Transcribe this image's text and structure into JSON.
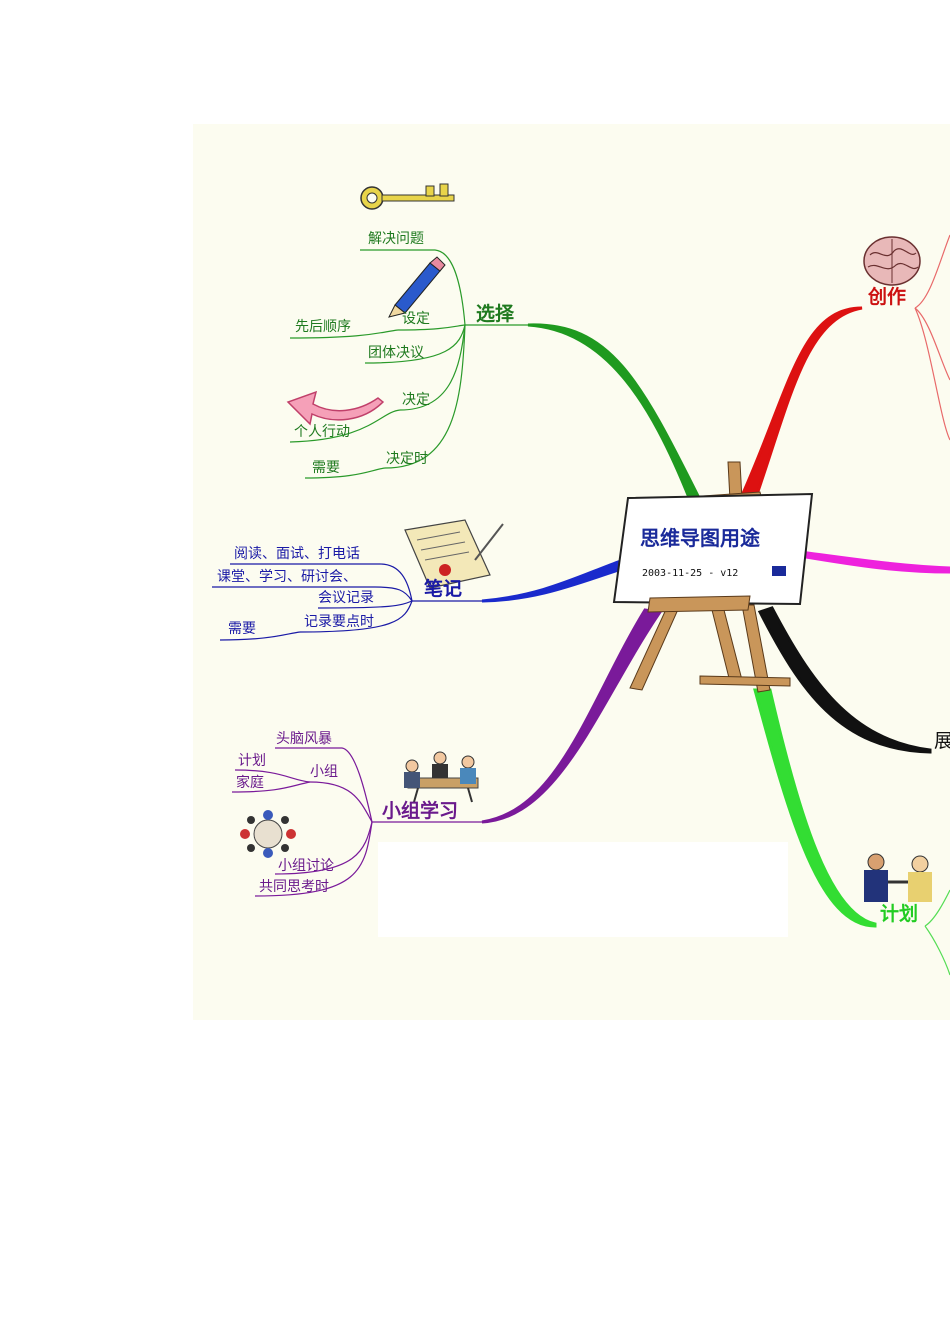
{
  "center": {
    "title": "思维导图用途",
    "subtitle": "2003-11-25 - v12"
  },
  "colors": {
    "choose": "#1f9a1f",
    "notes": "#1a2acc",
    "group": "#7a1a9a",
    "create": "#dd1111",
    "left_branch": "#ee22dd",
    "black": "#111111",
    "plan": "#33dd33",
    "background": "#fcfcf0"
  },
  "branches": {
    "choose": {
      "label": "选择",
      "items": {
        "solve": "解决问题",
        "set": "设定",
        "order": "先后顺序",
        "team": "团体决议",
        "decide": "决定",
        "personal": "个人行动",
        "need": "需要",
        "when": "决定时"
      }
    },
    "notes": {
      "label": "笔记",
      "items": {
        "reading": "阅读、面试、打电话",
        "class": "课堂、学习、研讨会、",
        "meeting": "会议记录",
        "need": "需要",
        "when": "记录要点时"
      }
    },
    "group": {
      "label": "小组学习",
      "items": {
        "brainstorm": "头脑风暴",
        "plan": "计划",
        "small": "小组",
        "family": "家庭",
        "discuss": "小组讨论",
        "think": "共同思考时"
      }
    },
    "create": {
      "label": "创作"
    },
    "plan": {
      "label": "计划"
    },
    "black": {
      "label": "展"
    }
  },
  "icons": [
    "key-icon",
    "pencil-icon",
    "arrow-icon",
    "scroll-icon",
    "meeting-icon",
    "round-table-icon",
    "brain-icon",
    "handshake-icon",
    "easel-icon"
  ]
}
